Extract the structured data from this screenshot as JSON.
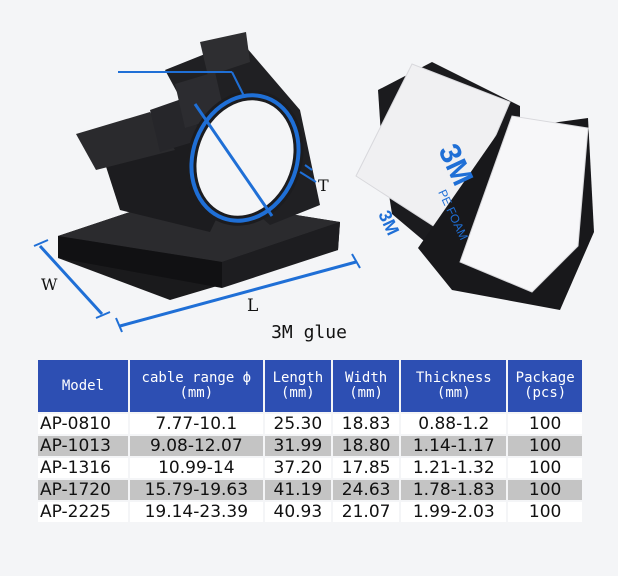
{
  "dimension_labels": {
    "t": "T",
    "w": "W",
    "l": "L"
  },
  "caption": "3M glue",
  "sticker_text": {
    "brand": "3M",
    "foam": "PE FOAM"
  },
  "table": {
    "headers": [
      {
        "line1": "Model",
        "line2": ""
      },
      {
        "line1": "cable range ϕ",
        "line2": "(mm)"
      },
      {
        "line1": "Length",
        "line2": "(mm)"
      },
      {
        "line1": "Width",
        "line2": "(mm)"
      },
      {
        "line1": "Thickness",
        "line2": "(mm)"
      },
      {
        "line1": "Package",
        "line2": "(pcs)"
      }
    ],
    "rows": [
      [
        "AP-0810",
        "7.77-10.1",
        "25.30",
        "18.83",
        "0.88-1.2",
        "100"
      ],
      [
        "AP-1013",
        "9.08-12.07",
        "31.99",
        "18.80",
        "1.14-1.17",
        "100"
      ],
      [
        "AP-1316",
        "10.99-14",
        "37.20",
        "17.85",
        "1.21-1.32",
        "100"
      ],
      [
        "AP-1720",
        "15.79-19.63",
        "41.19",
        "24.63",
        "1.78-1.83",
        "100"
      ],
      [
        "AP-2225",
        "19.14-23.39",
        "40.93",
        "21.07",
        "1.99-2.03",
        "100"
      ]
    ]
  }
}
